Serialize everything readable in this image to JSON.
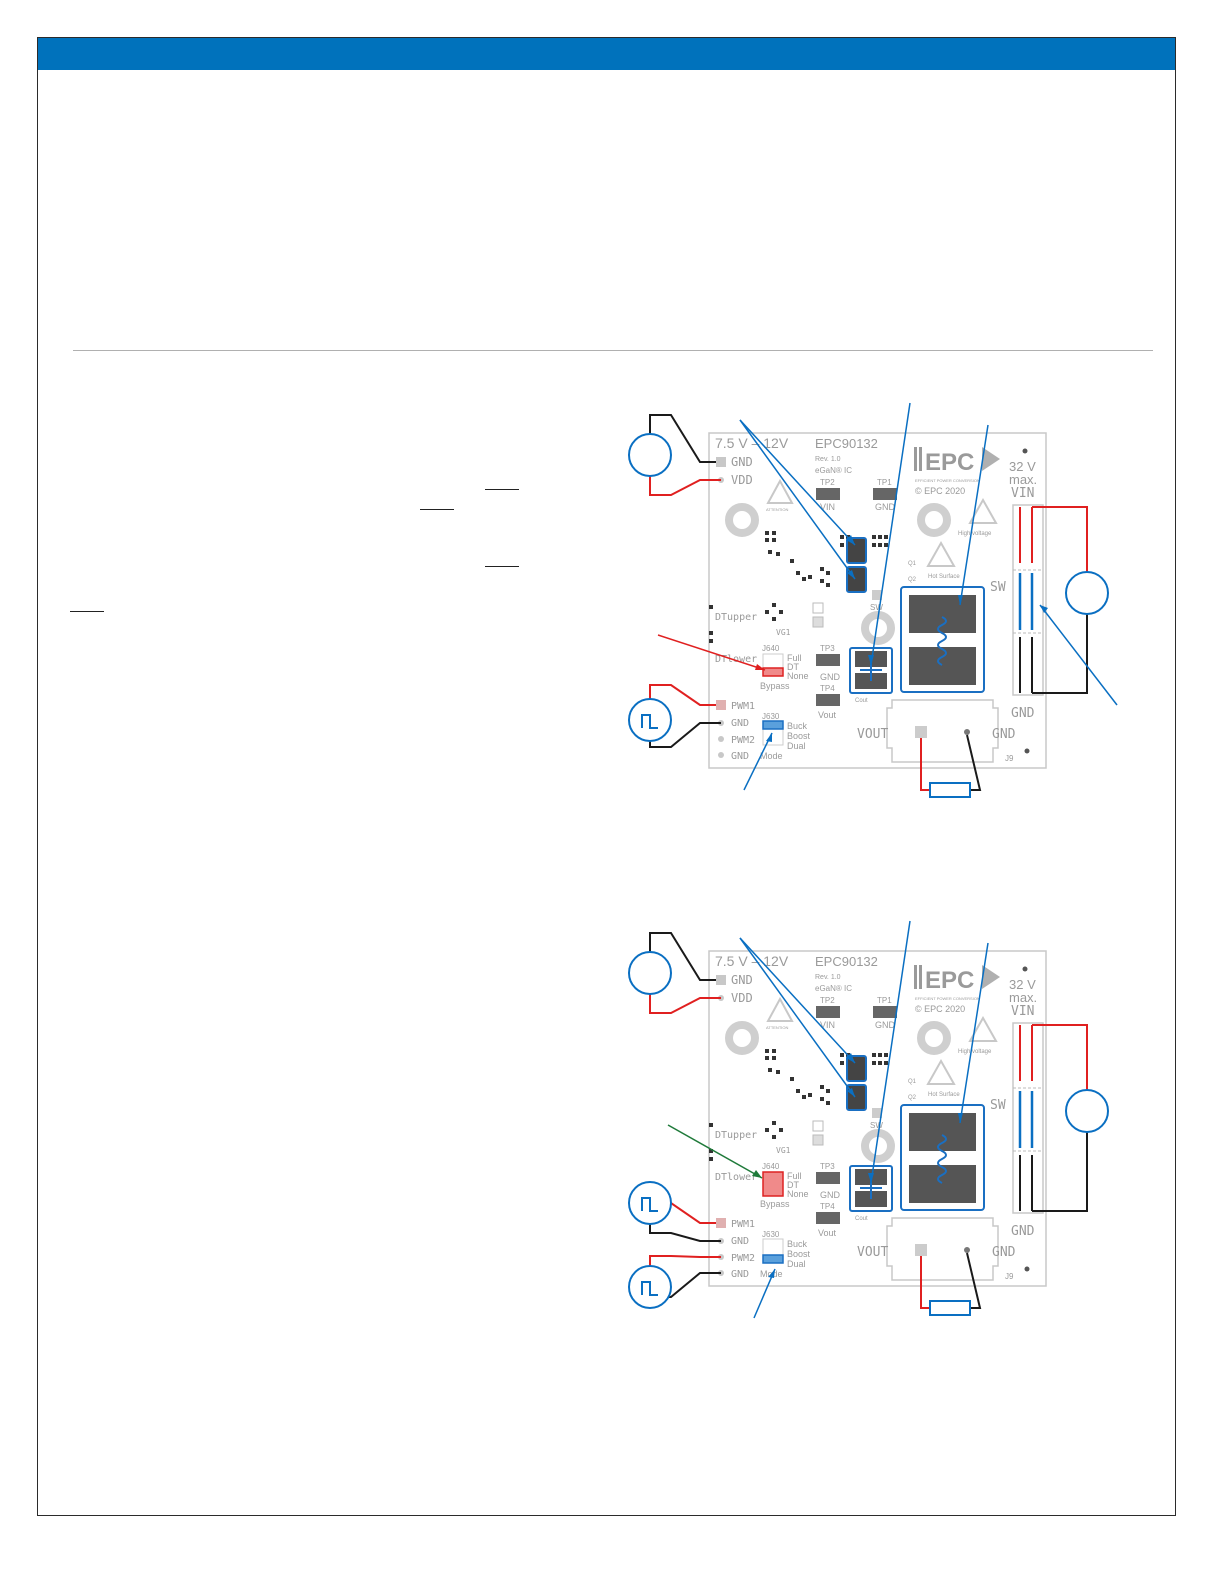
{
  "colors": {
    "header": "#0072bc",
    "wire_red": "#e02020",
    "wire_black": "#1a1a1a",
    "wire_blue": "#0a6fc2",
    "jumper_red": "#f08a8a",
    "jumper_blue": "#5aa0dc",
    "arrow_green": "#1f7a3a"
  },
  "figures": [
    {
      "board_name": "EPC90132",
      "rev": "Rev. 1.0",
      "egan": "eGaN® IC",
      "copyright": "© EPC 2020",
      "logo": "EPC",
      "vdd_range": "7.5 V – 12V",
      "vin_rating_1": "32 V",
      "vin_rating_2": "max.",
      "vin": "VIN",
      "gnd": "GND",
      "vdd": "VDD",
      "pwm1": "PWM1",
      "pwm2": "PWM2",
      "sw": "SW",
      "vout": "VOUT",
      "tp1": "TP1",
      "tp2": "TP2",
      "tp3": "TP3",
      "tp4": "TP4",
      "cout": "Cout",
      "bypass": "Bypass",
      "mode": "Mode",
      "j640": "J640",
      "j630": "J630",
      "full": "Full",
      "dt": "DT",
      "none": "None",
      "buck": "Buck",
      "boost": "Boost",
      "dual": "Dual",
      "dtupper": "DTupper",
      "dtlower": "DTlower",
      "j9": "J9",
      "high_voltage": "High voltage",
      "hot_surface": "Hot Surface",
      "attention": "ATTENTION",
      "q1": "Q1",
      "q2": "Q2",
      "vout_small": "Vout"
    },
    {
      "board_name": "EPC90132",
      "rev": "Rev. 1.0",
      "egan": "eGaN® IC",
      "copyright": "© EPC 2020",
      "logo": "EPC",
      "vdd_range": "7.5 V – 12V",
      "vin_rating_1": "32 V",
      "vin_rating_2": "max.",
      "vin": "VIN",
      "gnd": "GND",
      "vdd": "VDD",
      "pwm1": "PWM1",
      "pwm2": "PWM2",
      "sw": "SW",
      "vout": "VOUT",
      "tp1": "TP1",
      "tp2": "TP2",
      "tp3": "TP3",
      "tp4": "TP4",
      "cout": "Cout",
      "bypass": "Bypass",
      "mode": "Mode",
      "j640": "J640",
      "j630": "J630",
      "full": "Full",
      "dt": "DT",
      "none": "None",
      "buck": "Buck",
      "boost": "Boost",
      "dual": "Dual",
      "dtupper": "DTupper",
      "dtlower": "DTlower",
      "j9": "J9",
      "high_voltage": "High voltage",
      "hot_surface": "Hot Surface",
      "attention": "ATTENTION",
      "q1": "Q1",
      "q2": "Q2",
      "vout_small": "Vout"
    }
  ]
}
